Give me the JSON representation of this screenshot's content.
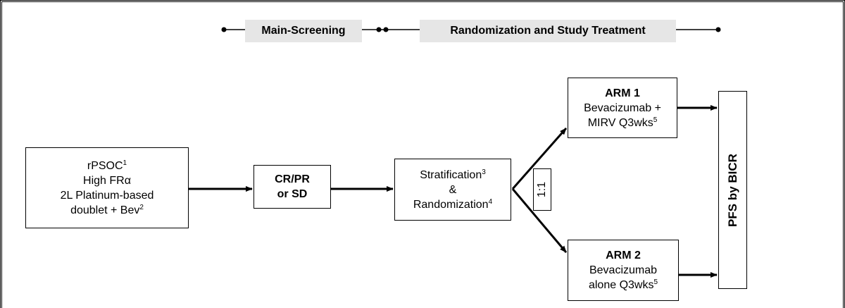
{
  "phases": {
    "screening": "Main-Screening",
    "randomization": "Randomization and Study Treatment"
  },
  "eligibility": {
    "line1": "rPSOC",
    "line1_sup": "1",
    "line2": "High FRα",
    "line3": "2L Platinum-based",
    "line4": "doublet + Bev",
    "line4_sup": "2"
  },
  "response": {
    "line1": "CR/PR",
    "line2": "or SD"
  },
  "stratification": {
    "line1": "Stratification",
    "line1_sup": "3",
    "line2": "&",
    "line3": "Randomization",
    "line3_sup": "4"
  },
  "ratio": "1:1",
  "arm1": {
    "title": "ARM 1",
    "line1": "Bevacizumab +",
    "line2": "MIRV Q3wks",
    "line2_sup": "5"
  },
  "arm2": {
    "title": "ARM 2",
    "line1": "Bevacizumab",
    "line2": "alone Q3wks",
    "line2_sup": "5"
  },
  "endpoint": "PFS by BICR"
}
